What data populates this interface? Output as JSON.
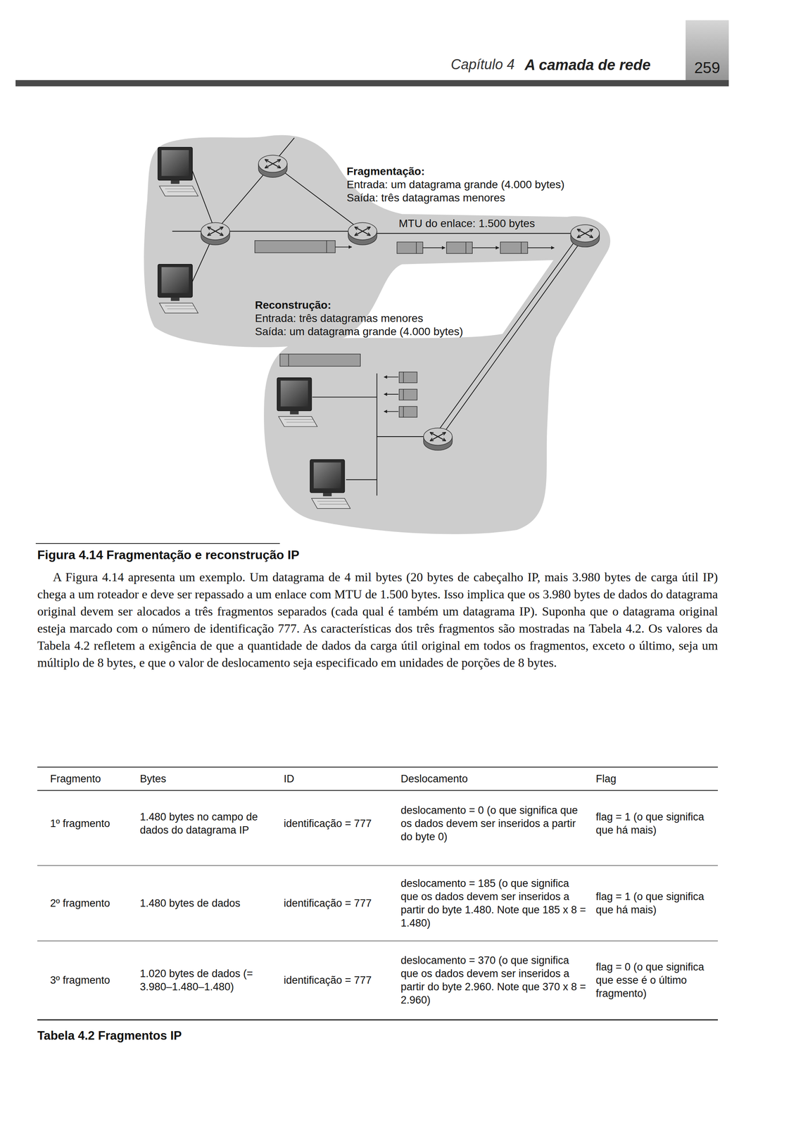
{
  "diagram": {
    "caption": "Figura 4.14 Fragmentação e reconstrução IP",
    "labels": [
      "Capítulo 4",
      "A camada de rede",
      "259",
      "Fragmentação:",
      "Entrada: um datagrama grande (4.000 bytes)",
      "Saída: três datagramas menores",
      "MTU do enlace: 1.500 bytes",
      "Reconstrução:",
      "Entrada: três datagramas menores",
      "Saída: um datagrama grande (4.000 bytes)",
      "A Figura 4.14 apresenta um exemplo. Um datagrama de 4 mil bytes (20 bytes de cabeçalho IP, mais 3.980 bytes de carga útil IP) chega a um roteador e deve ser repassado a um enlace com MTU de 1.500 bytes. Isso implica que os 3.980 bytes de dados do datagrama original devem ser alocados a três fragmentos separados (cada qual é também um datagrama IP). Suponha que o datagrama original esteja marcado com o número de identificação 777. As características dos três fragmentos são mostradas na Tabela 4.2. Os valores da Tabela 4.2 refletem a exigência de que a quantidade de dados da carga útil original em todos os fragmentos, exceto o último, seja um múltiplo de 8 bytes, e que o valor de deslocamento seja especificado em unidades de porções de 8 bytes.",
      "Fragmento",
      "Bytes",
      "ID",
      "Deslocamento",
      "Flag",
      "1º fragmento",
      "1.480 bytes no campo de dados do datagrama IP",
      "identificação = 777",
      "deslocamento = 0 (o que significa que os dados devem ser inseridos a partir do byte 0)",
      "flag = 1 (o que significa que há mais)",
      "2º fragmento",
      "1.480 bytes de dados",
      "identificação = 777",
      "deslocamento = 185 (o que significa que os dados devem ser inseridos a partir do byte 1.480. Note que 185 x 8 = 1.480)",
      "flag = 1 (o que significa que há mais)",
      "3º fragmento",
      "1.020 bytes de dados (= 3.980–1.480–1.480)",
      "identificação = 777",
      "deslocamento = 370 (o que significa que os dados devem ser inseridos a partir do byte 2.960. Note que 370 x 8 = 2.960)",
      "flag = 0 (o que significa que esse é o último fragmento)",
      "Tabela 4.2 Fragmentos IP"
    ]
  }
}
